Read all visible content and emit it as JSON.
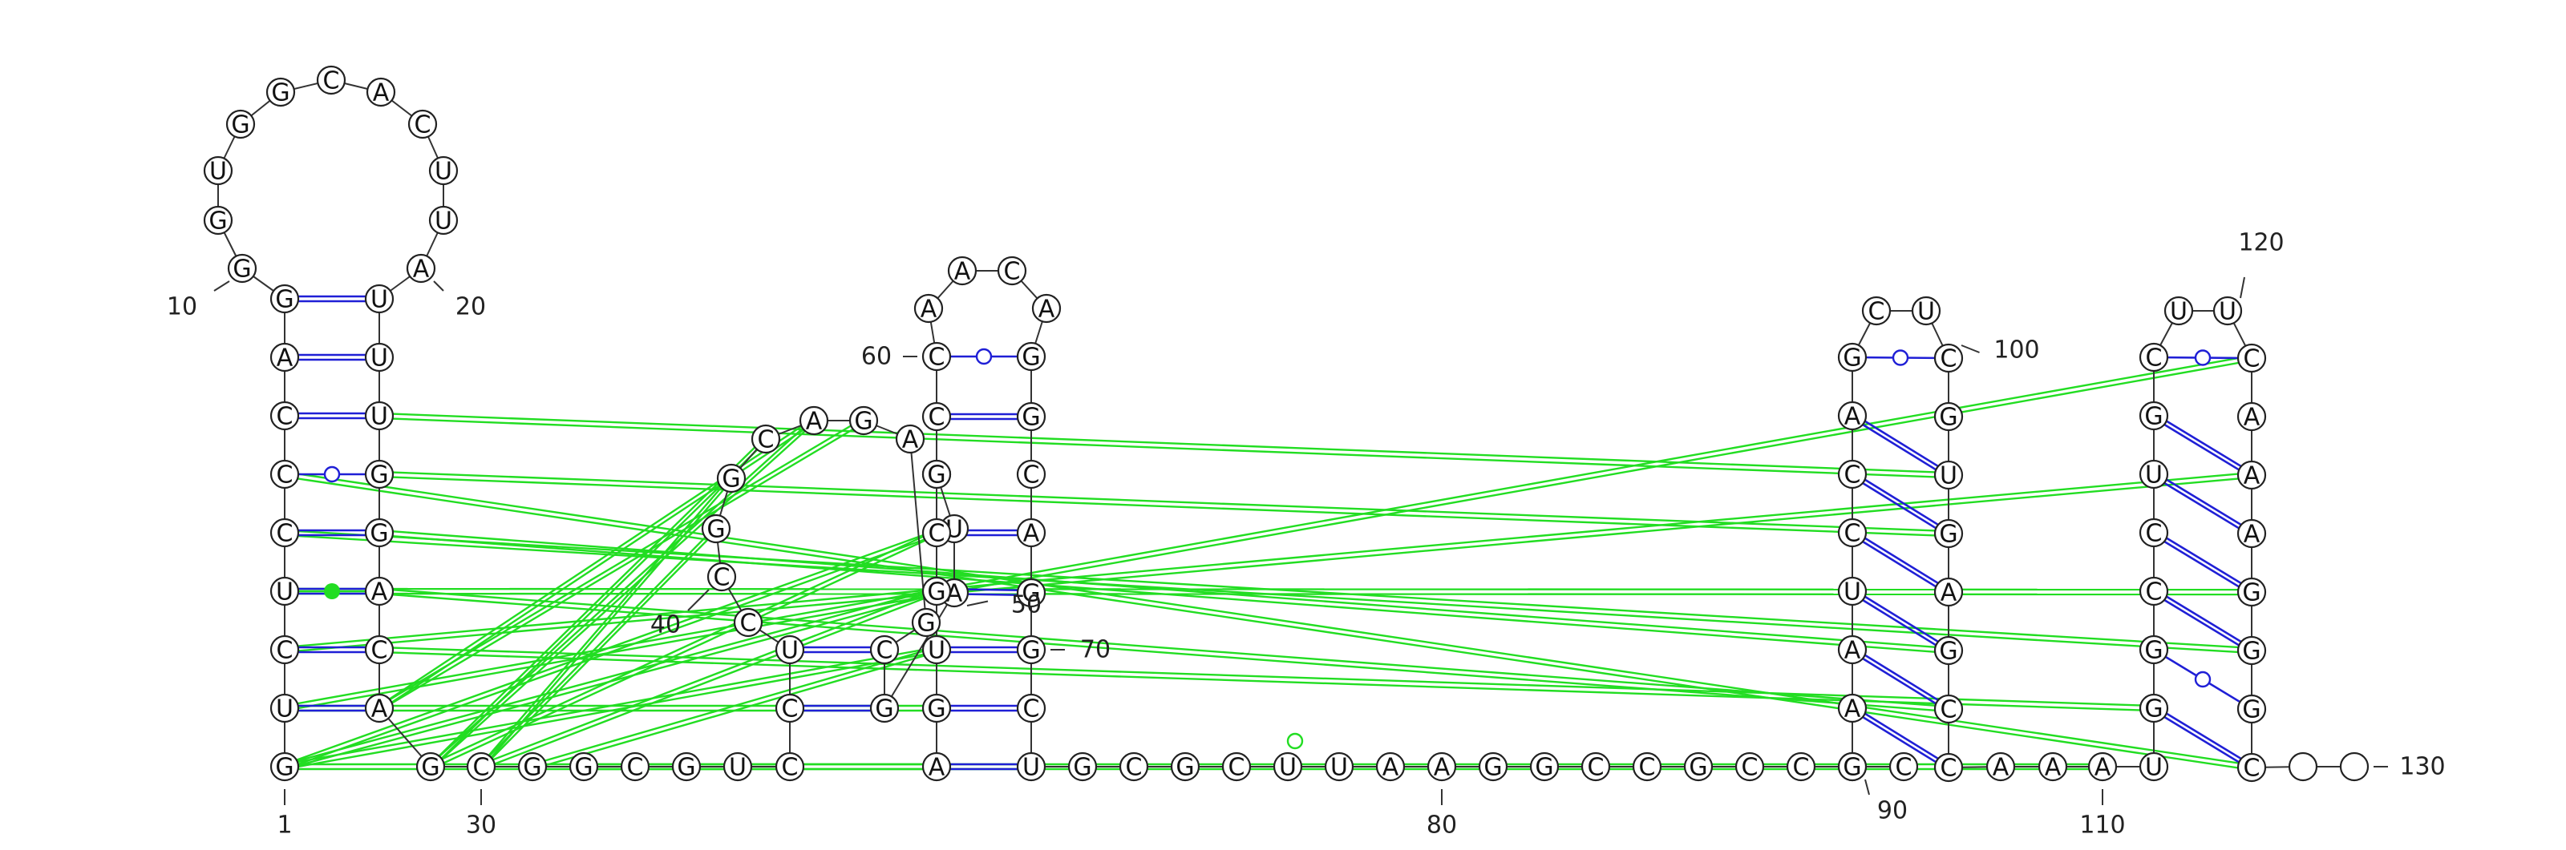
{
  "sequence": "GUCUCCCAGGGUGGCACUUAUUUGGACAGCGGCGUCCUCCGGCAGAGCGAUCAGUGCGCCAACAGGCAGGCUGCGCUUAAGGCCGCCGCGAAUCCAGCUCGUGAGCCAAAUGGCCUGCUUCAAAGGGC",
  "visible_sequence_labels": [
    "G",
    "U",
    "C",
    "U",
    "C",
    "C",
    "C",
    "A",
    "G",
    "G"
  ],
  "position_labels": [
    {
      "text": "1",
      "pos": 1
    },
    {
      "text": "10",
      "pos": 10
    },
    {
      "text": "20",
      "pos": 20
    },
    {
      "text": "30",
      "pos": 30
    },
    {
      "text": "40",
      "pos": 40
    },
    {
      "text": "50",
      "pos": 50
    },
    {
      "text": "60",
      "pos": 60
    },
    {
      "text": "70",
      "pos": 70
    },
    {
      "text": "80",
      "pos": 80
    },
    {
      "text": "90",
      "pos": 90
    },
    {
      "text": "100",
      "pos": 100
    },
    {
      "text": "110",
      "pos": 110
    },
    {
      "text": "120",
      "pos": 120
    },
    {
      "text": "130",
      "pos": 130
    }
  ],
  "colors": {
    "canonical_pair": "#1f1fd6",
    "pseudoknot_pair": "#22dd22",
    "noncanonical_pair": "#1f1fd6",
    "backbone": "#333333",
    "nucleotide_fill": "#ffffff"
  }
}
